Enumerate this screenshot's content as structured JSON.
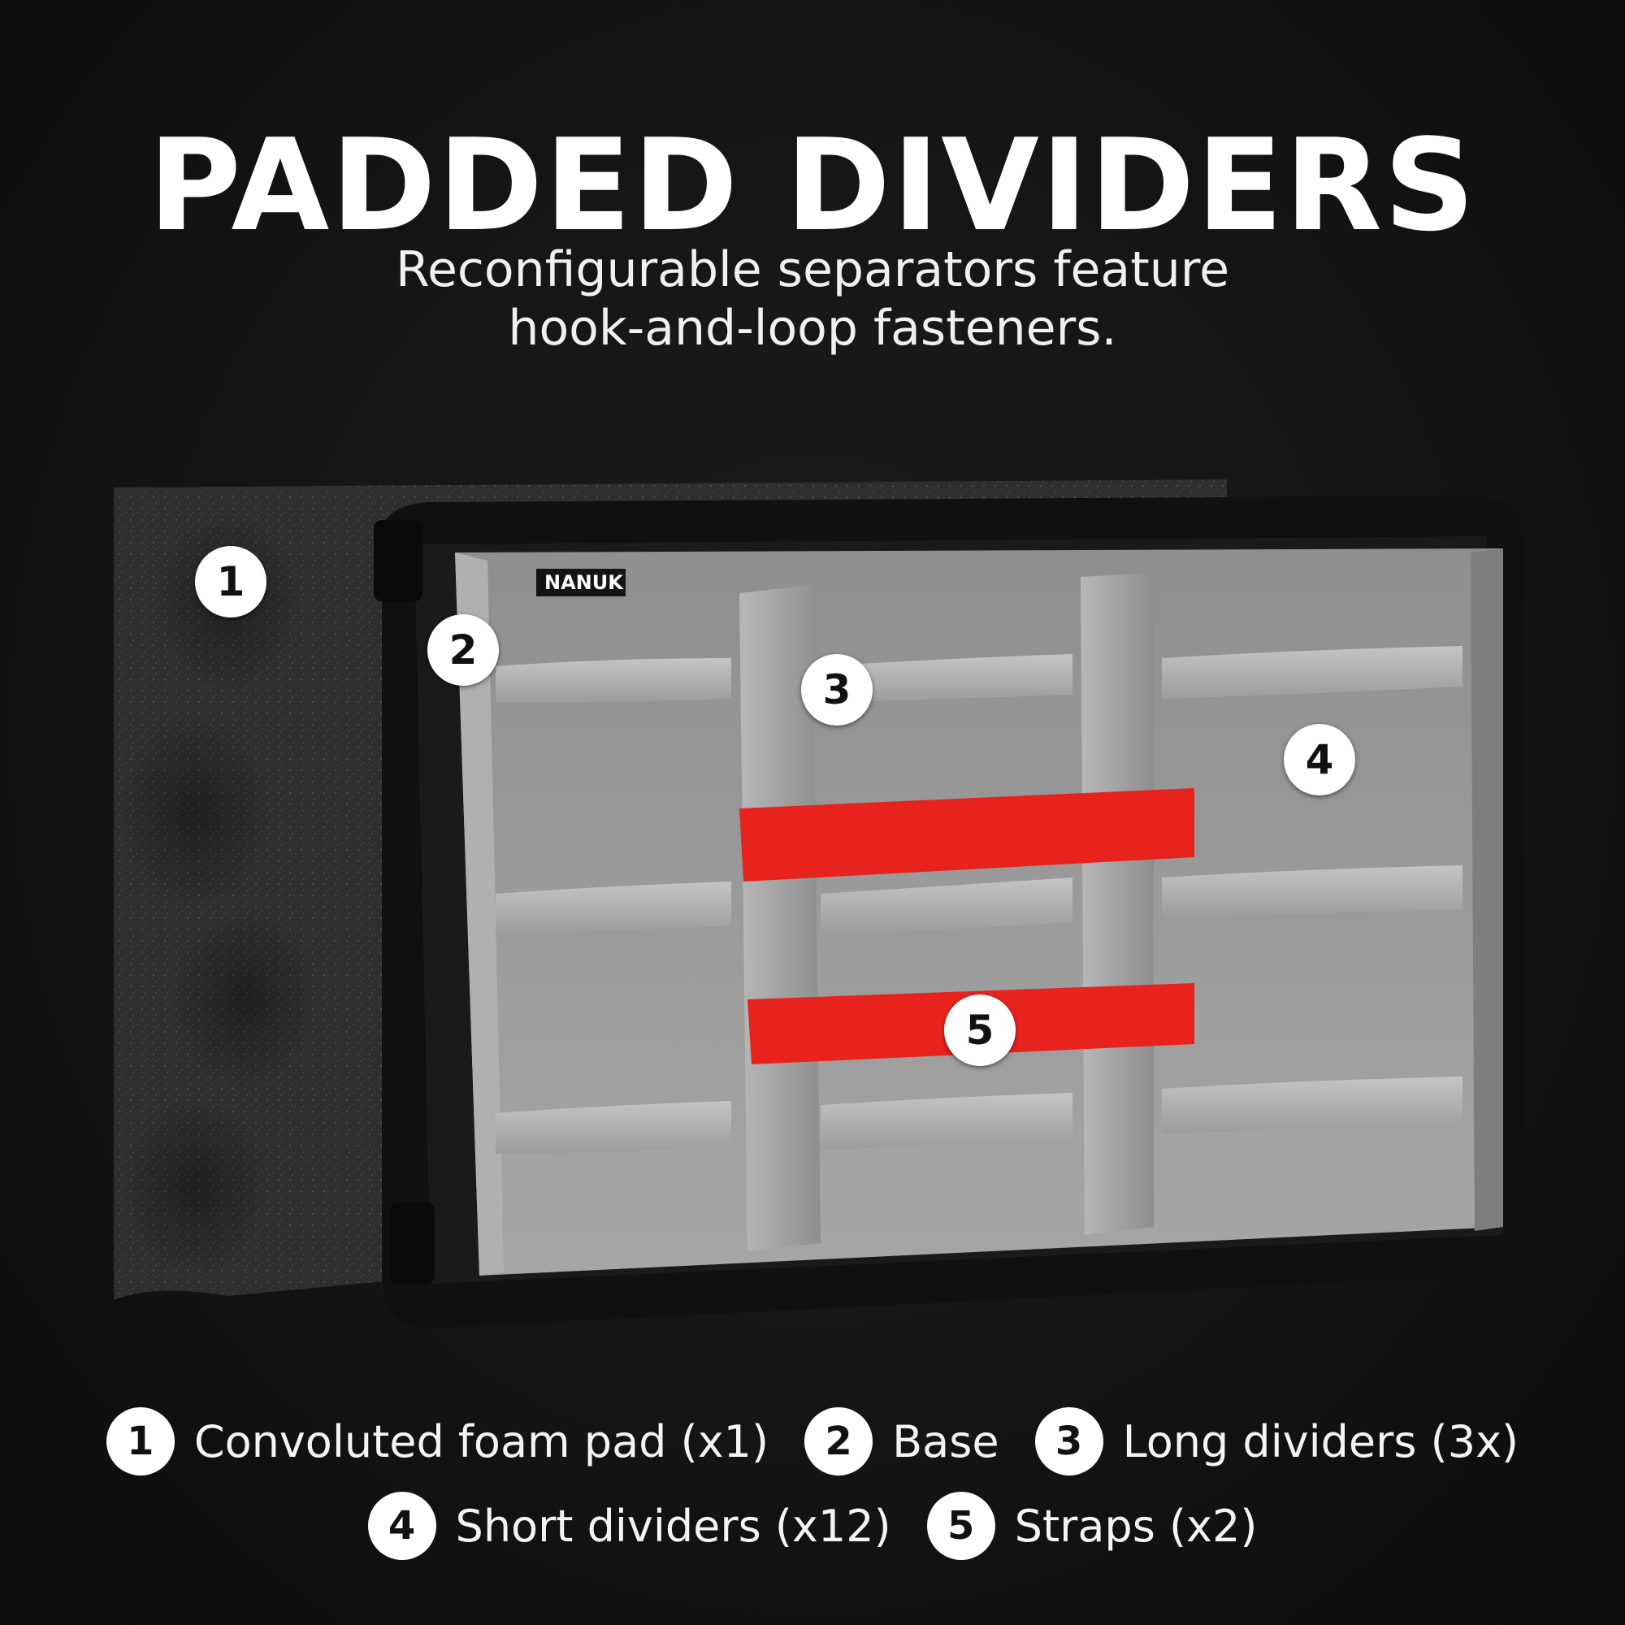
{
  "header": {
    "title": "PADDED DIVIDERS",
    "subtitle_line1": "Reconfigurable separators feature",
    "subtitle_line2": "hook-and-loop fasteners."
  },
  "product": {
    "brand_label": "NANUK",
    "callouts": [
      "1",
      "2",
      "3",
      "4",
      "5"
    ]
  },
  "legend": {
    "items": [
      {
        "num": "1",
        "label": "Convoluted foam pad (x1)"
      },
      {
        "num": "2",
        "label": "Base"
      },
      {
        "num": "3",
        "label": "Long dividers (3x)"
      },
      {
        "num": "4",
        "label": "Short dividers (x12)"
      },
      {
        "num": "5",
        "label": "Straps (x2)"
      }
    ]
  },
  "colors": {
    "background": "#141414",
    "foam": "#2e2e2e",
    "insert_gray": "#9a9a9a",
    "strap_red": "#e8231e",
    "badge": "#ffffff"
  }
}
